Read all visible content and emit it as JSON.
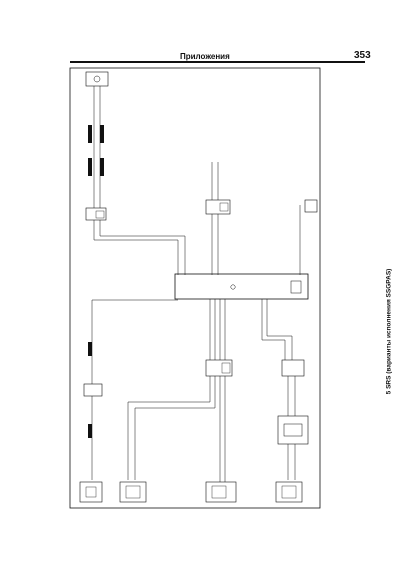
{
  "header": {
    "title": "Приложения",
    "page_number": "353"
  },
  "caption": "5 SRS (варианты исполнения SSGPAS)"
}
